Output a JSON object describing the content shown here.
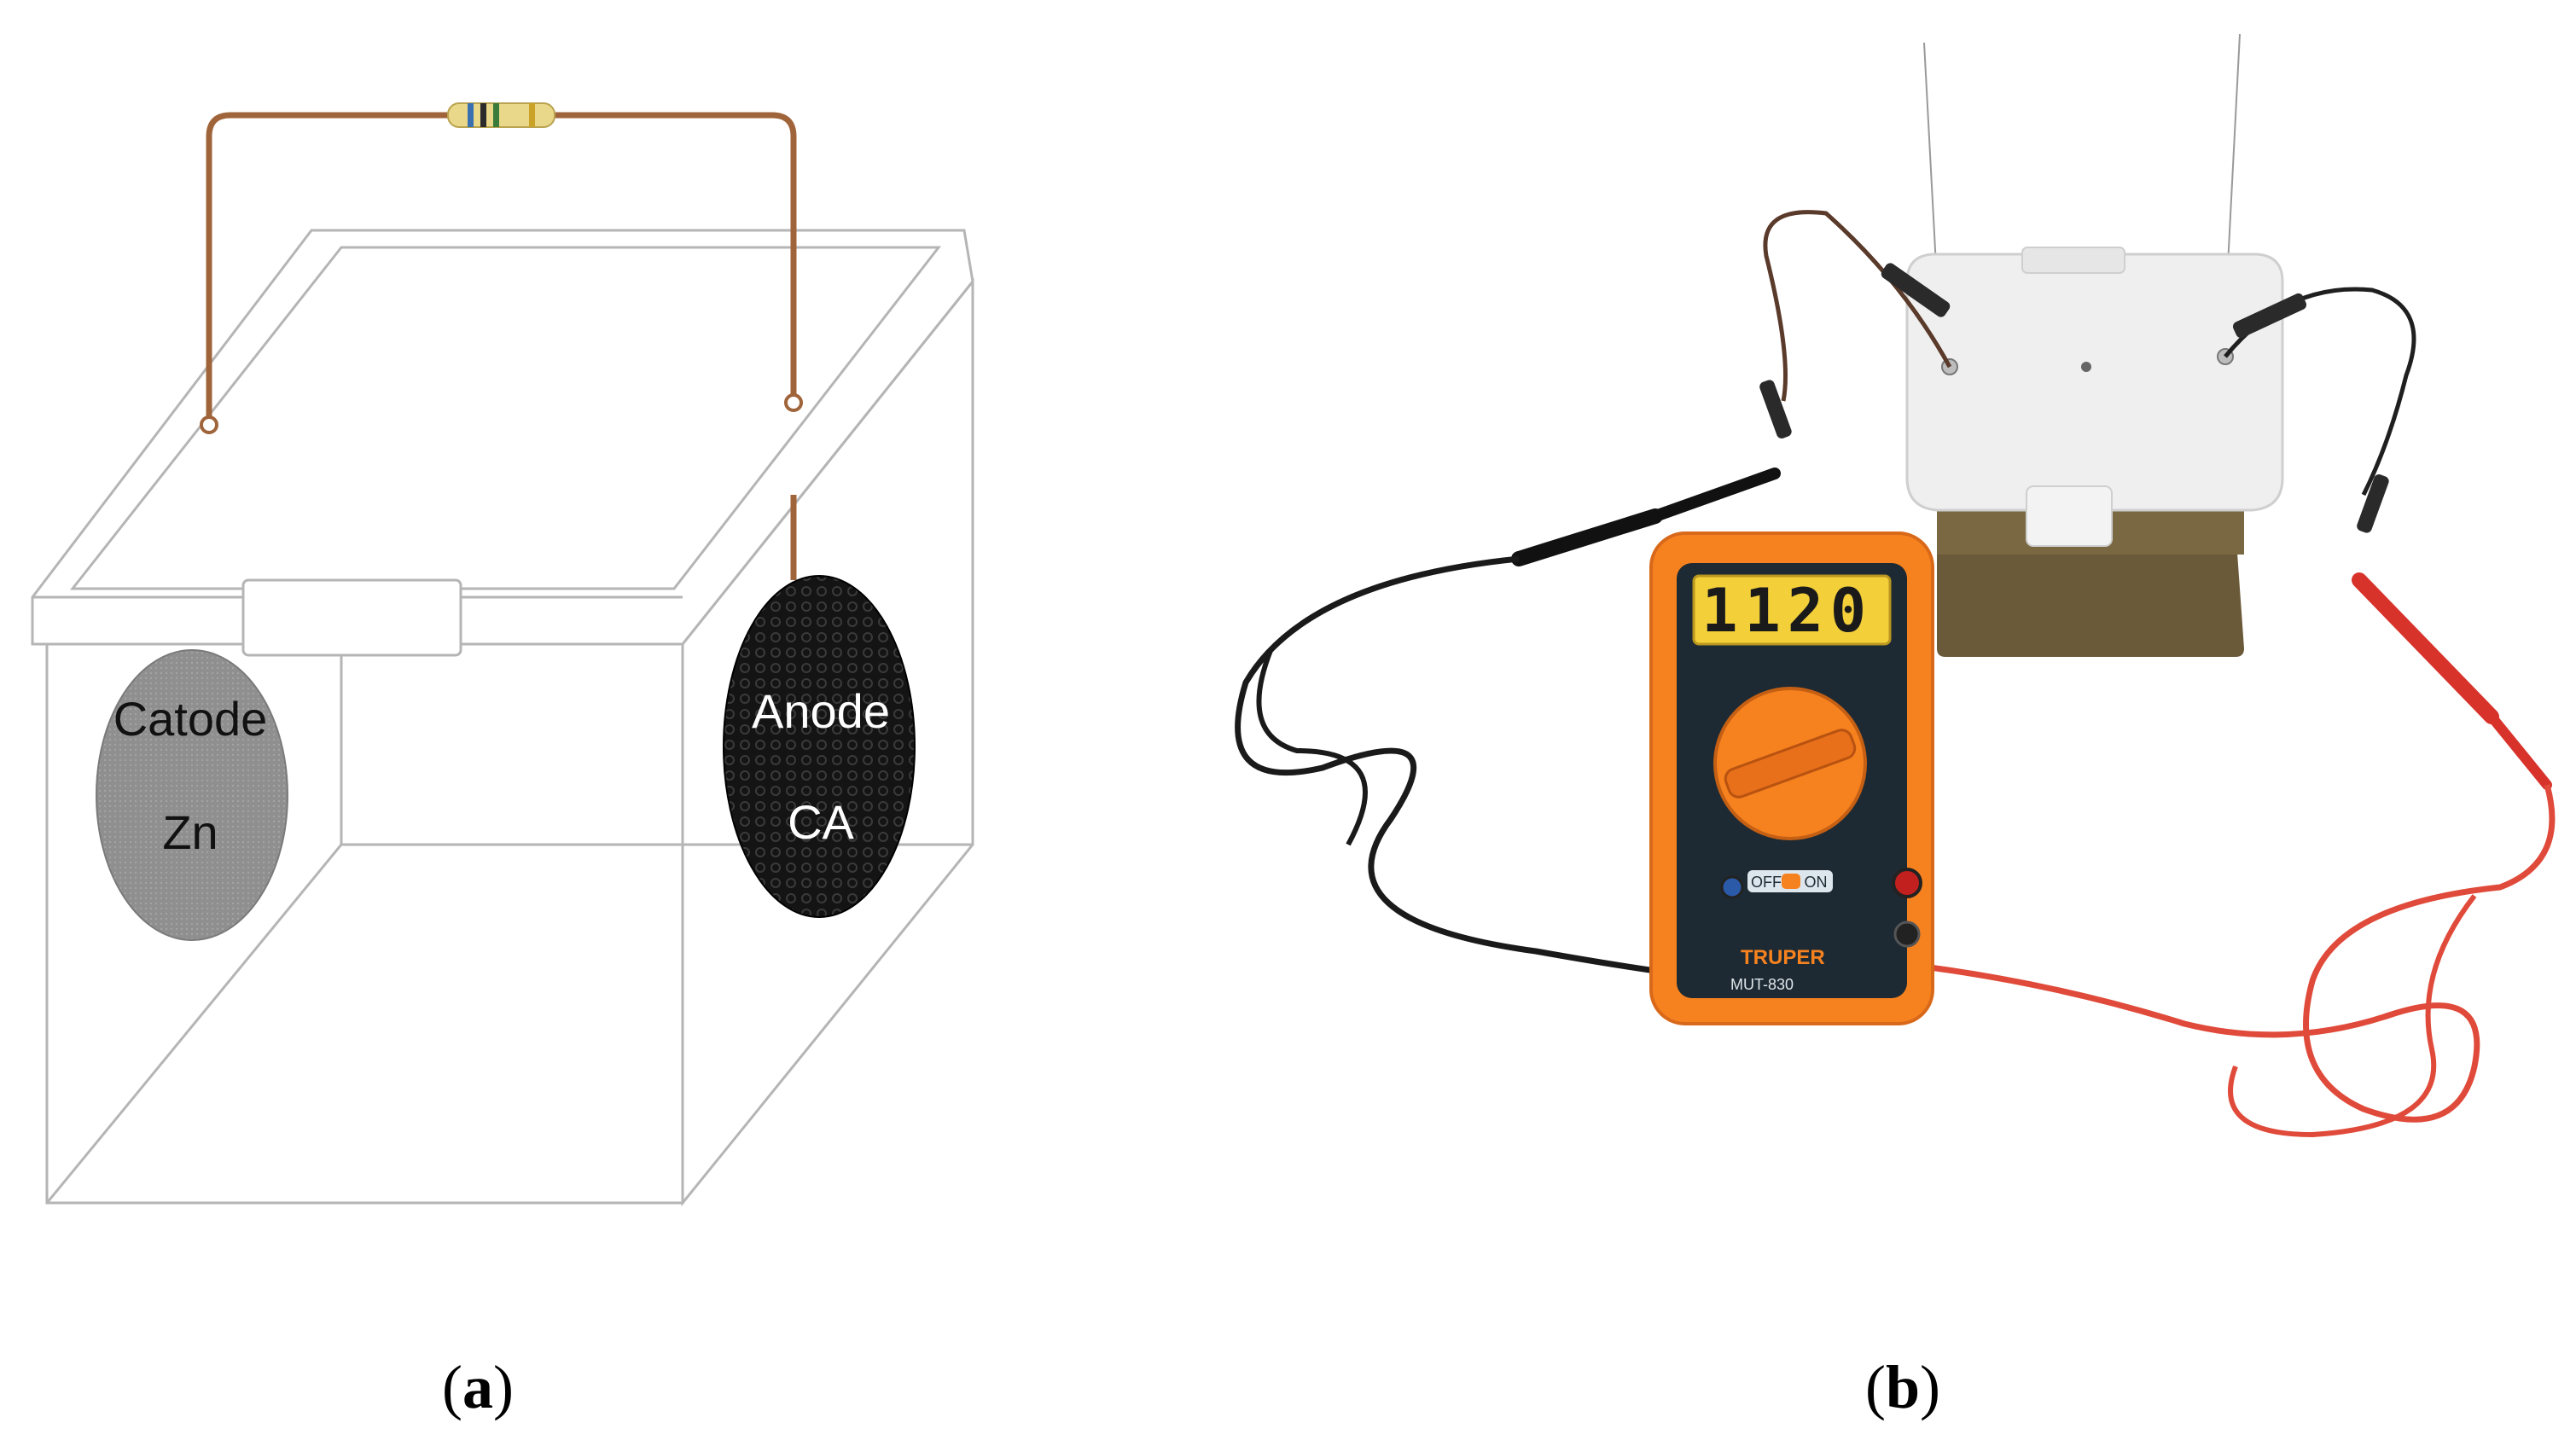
{
  "panel_a": {
    "label_open": "(",
    "label_letter": "a",
    "label_close": ")",
    "cathode": {
      "line1": "Catode",
      "line2": "Zn",
      "color": "#8f8f8f"
    },
    "anode": {
      "line1": "Anode",
      "line2": "CA",
      "color": "#141414"
    },
    "wire_color": "#a0643a",
    "box_line_color": "#b5b5b5"
  },
  "panel_b": {
    "label_open": "(",
    "label_letter": "b",
    "label_close": ")",
    "multimeter": {
      "display_value": "1120",
      "brand": "TRUPER",
      "model": "MUT-830",
      "off_label": "OFF",
      "on_label": "ON",
      "body_color": "#f6821f",
      "lcd_color": "#f3cf3a"
    },
    "lead_colors": {
      "negative": "#1a1a1a",
      "positive": "#d8332b"
    }
  }
}
